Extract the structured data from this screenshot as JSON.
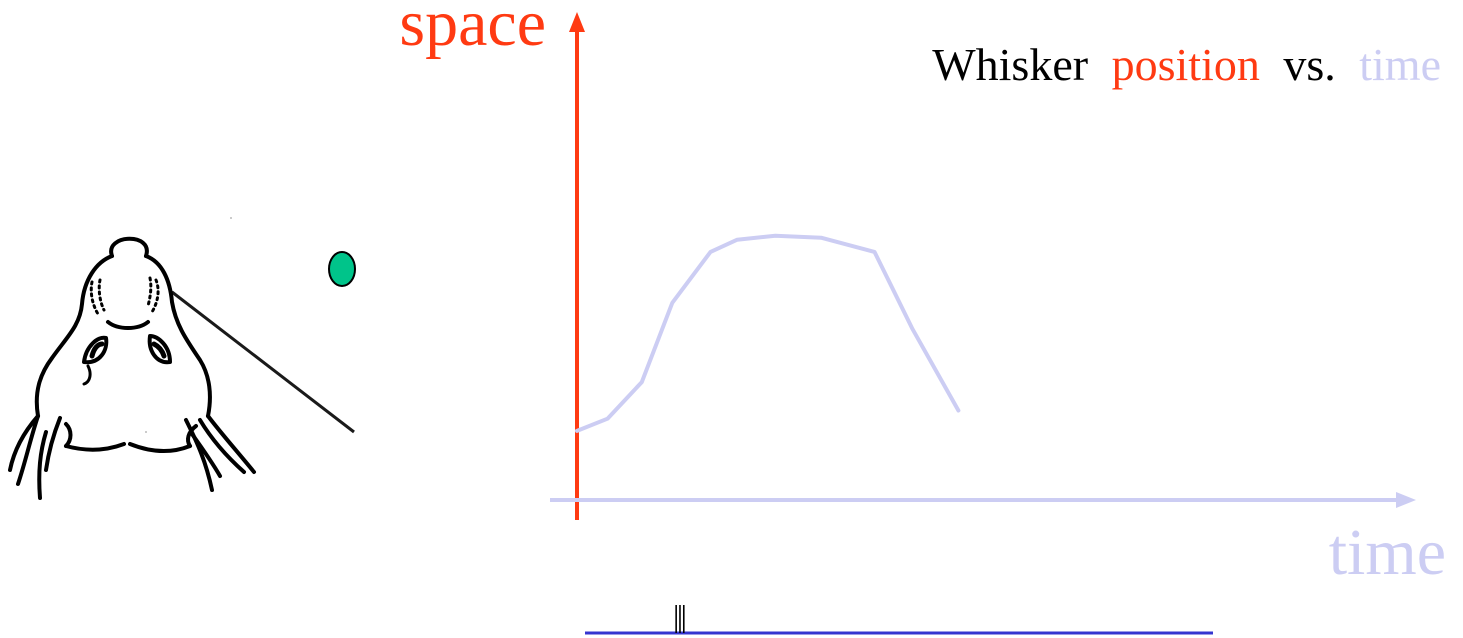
{
  "title": {
    "word1": "Whisker",
    "word2": "position",
    "word3": "vs.",
    "word4": "time"
  },
  "axes": {
    "y_label": "space",
    "x_label": "time"
  },
  "colors": {
    "space": "#ff3a12",
    "time": "#cccdf3",
    "trace": "#cccdf3",
    "object": "#00c48a",
    "spike_baseline": "#3535d0",
    "ink": "#000000"
  },
  "icons": {
    "animal": "rat-head-icon",
    "object": "object-dot-icon",
    "whisker": "whisker-line"
  },
  "chart_data": {
    "type": "line",
    "series": [
      {
        "values": [
          [
            0,
            0.34
          ],
          [
            0.08,
            0.4
          ],
          [
            0.17,
            0.58
          ],
          [
            0.25,
            0.97
          ],
          [
            0.35,
            1.22
          ],
          [
            0.42,
            1.28
          ],
          [
            0.52,
            1.3
          ],
          [
            0.64,
            1.29
          ],
          [
            0.78,
            1.22
          ],
          [
            0.88,
            0.84
          ],
          [
            1.0,
            0.44
          ]
        ]
      }
    ],
    "spikes": [
      0.26,
      0.27,
      0.28
    ],
    "xlim": [
      0,
      2.2
    ],
    "ylim": [
      0,
      2.4
    ],
    "grid": false
  }
}
